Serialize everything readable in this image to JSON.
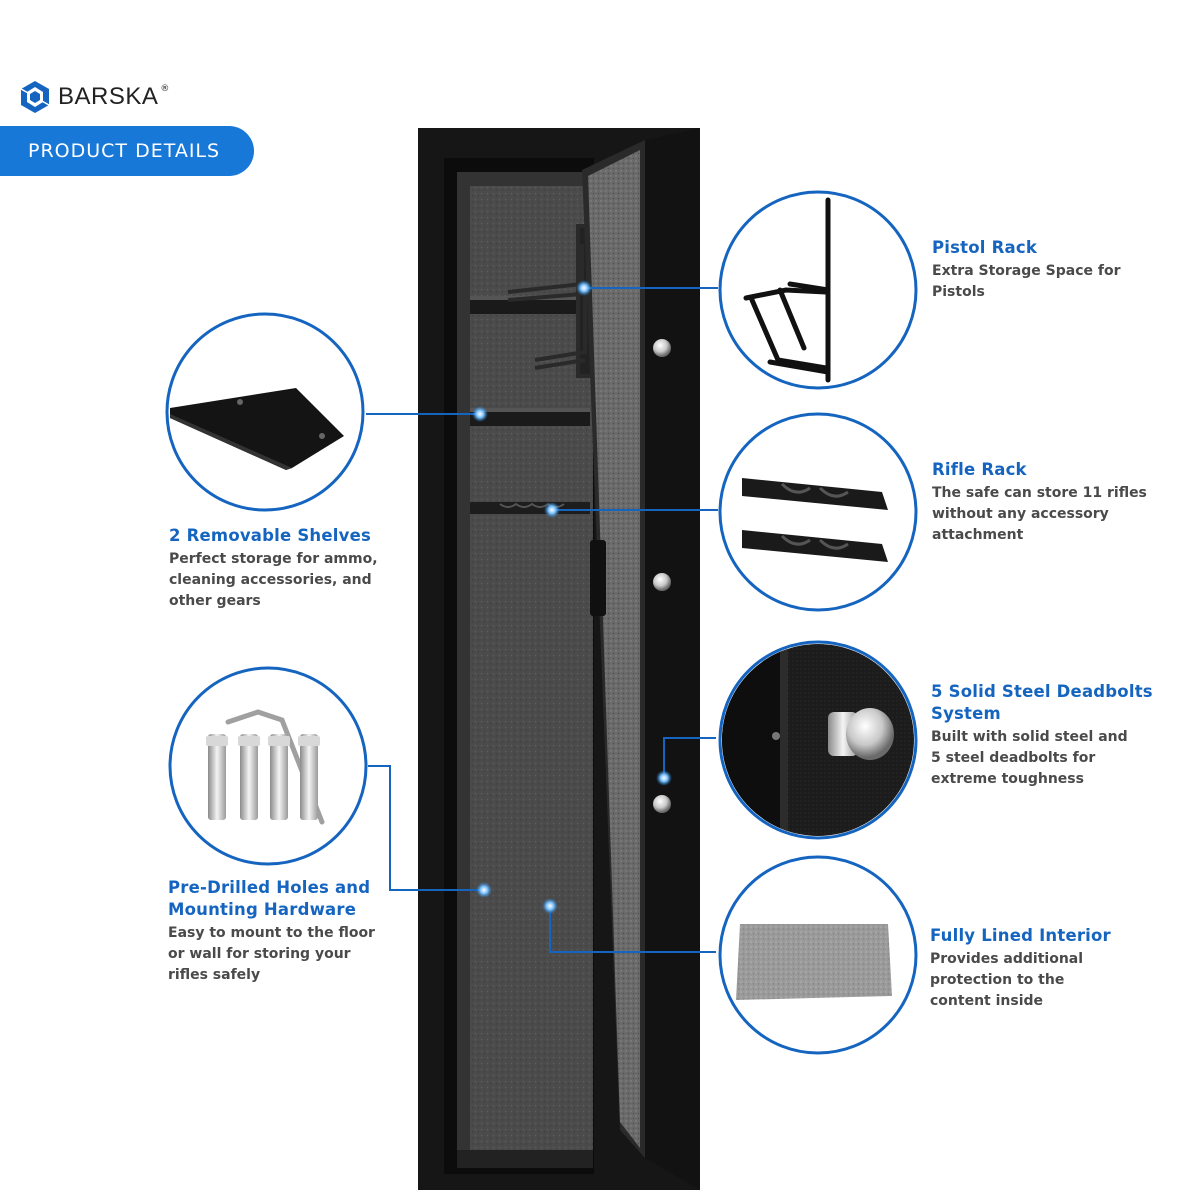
{
  "brand": {
    "name": "BARSKA",
    "reg_mark": "®"
  },
  "banner": {
    "label": "PRODUCT DETAILS"
  },
  "colors": {
    "accent": "#1565c0",
    "banner": "#1778d8",
    "safe_body": "#141414",
    "lining": "#4a4a4a",
    "desc_text": "#4a4a4a"
  },
  "features": {
    "pistol_rack": {
      "title": "Pistol Rack",
      "desc": "Extra Storage Space for\nPistols"
    },
    "rifle_rack": {
      "title": "Rifle Rack",
      "desc": "The safe can store 11 rifles\nwithout any accessory\nattachment"
    },
    "deadbolts": {
      "title": "5 Solid Steel Deadbolts\nSystem",
      "desc": "Built with solid steel and\n5 steel deadbolts for\nextreme toughness"
    },
    "lined_interior": {
      "title": "Fully Lined Interior",
      "desc": "Provides additional\nprotection to the\ncontent inside"
    },
    "shelves": {
      "title": "2 Removable Shelves",
      "desc": "Perfect storage for ammo,\ncleaning accessories, and\nother gears"
    },
    "mounting": {
      "title": "Pre-Drilled Holes and\nMounting Hardware",
      "desc": "Easy to mount to the floor\nor wall for storing your\nrifles safely"
    }
  }
}
